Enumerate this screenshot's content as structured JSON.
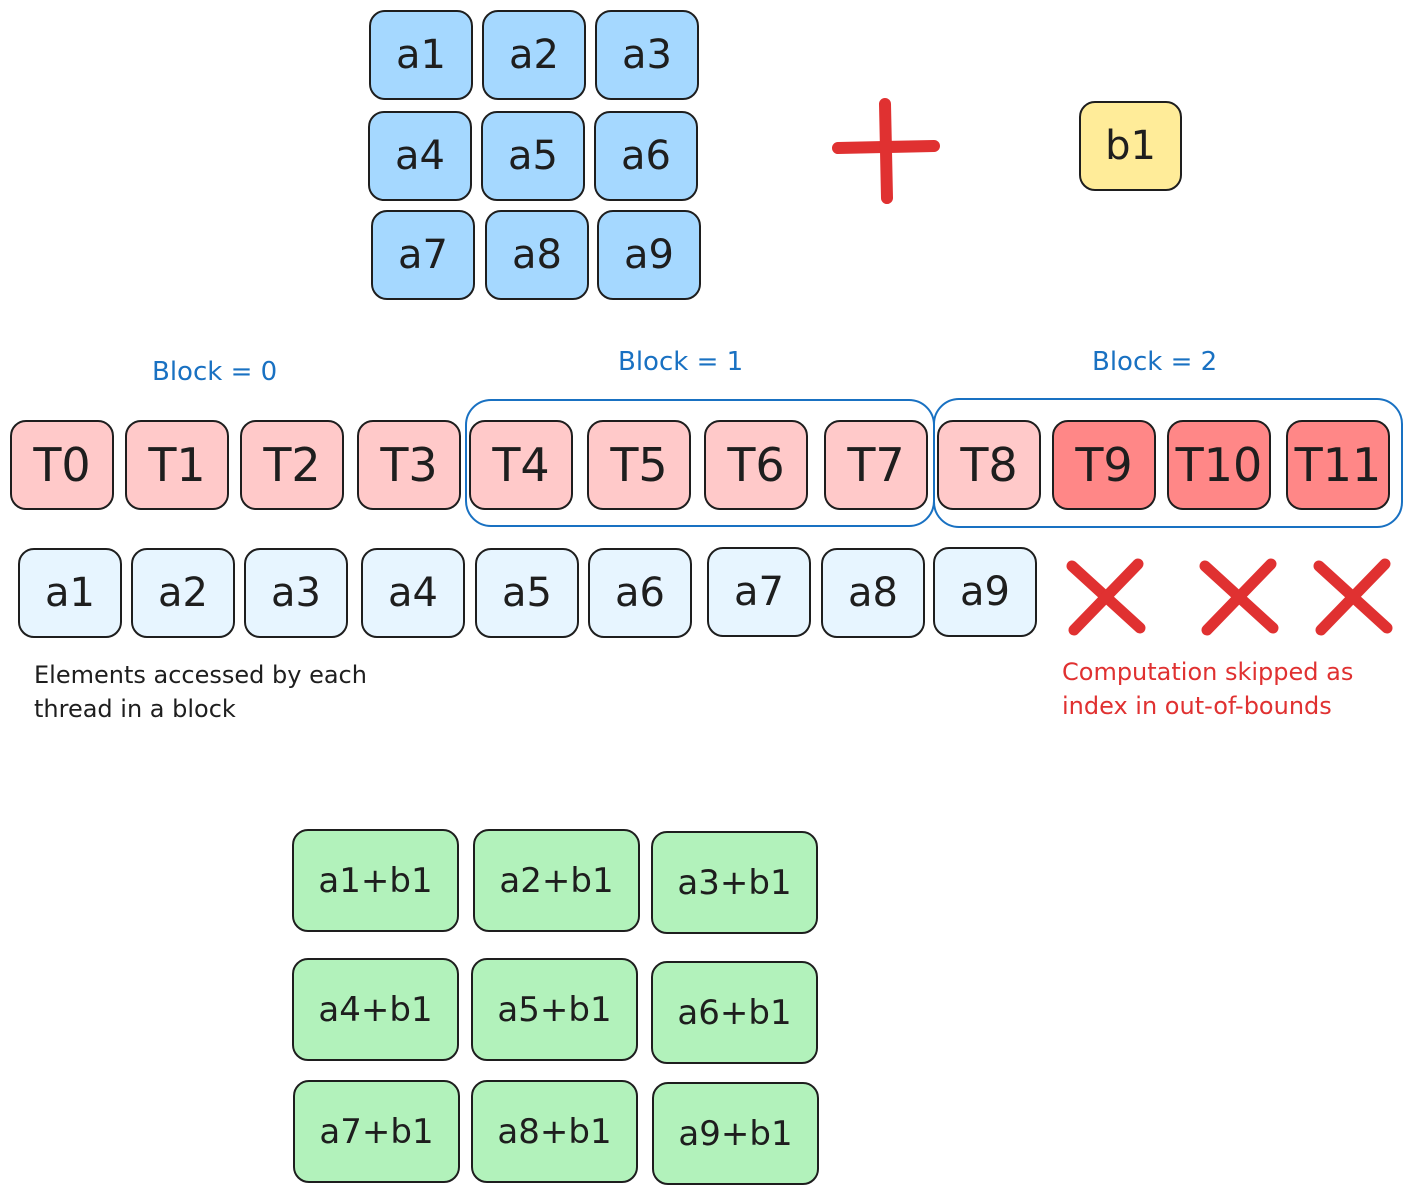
{
  "matrix_a": [
    "a1",
    "a2",
    "a3",
    "a4",
    "a5",
    "a6",
    "a7",
    "a8",
    "a9"
  ],
  "scalar_b": "b1",
  "blocks": [
    {
      "label": "Block = 0"
    },
    {
      "label": "Block = 1"
    },
    {
      "label": "Block = 2"
    }
  ],
  "threads": [
    "T0",
    "T1",
    "T2",
    "T3",
    "T4",
    "T5",
    "T6",
    "T7",
    "T8",
    "T9",
    "T10",
    "T11"
  ],
  "elements": [
    "a1",
    "a2",
    "a3",
    "a4",
    "a5",
    "a6",
    "a7",
    "a8",
    "a9"
  ],
  "notes": {
    "access_line1": "Elements accessed by each",
    "access_line2": "thread in a block",
    "skipped_line1": "Computation skipped as",
    "skipped_line2": "index in out-of-bounds"
  },
  "result": [
    "a1+b1",
    "a2+b1",
    "a3+b1",
    "a4+b1",
    "a5+b1",
    "a6+b1",
    "a7+b1",
    "a8+b1",
    "a9+b1"
  ],
  "colors": {
    "matrix_a": "#a5d8ff",
    "scalar_b": "#ffec99",
    "thread": "#ffc9c9",
    "thread_out_of_bounds": "#ff8787",
    "element": "#e7f5ff",
    "result": "#b2f2bb",
    "block_outline": "#1971c2",
    "plus": "#e03131",
    "cross": "#e03131"
  }
}
